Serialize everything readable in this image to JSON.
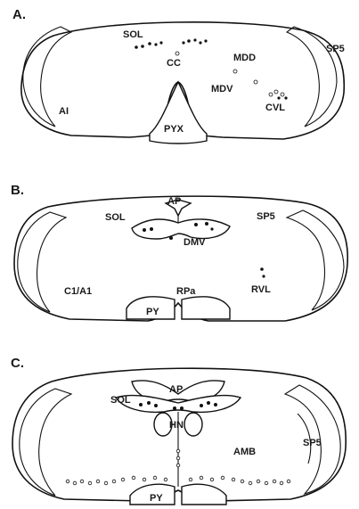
{
  "panels": [
    {
      "id": "A",
      "label": "A.",
      "regions": {
        "sol": "SOL",
        "cc": "CC",
        "mdd": "MDD",
        "mdv": "MDV",
        "cvl": "CVL",
        "sp5": "SP5",
        "ai": "AI",
        "pyx": "PYX"
      }
    },
    {
      "id": "B",
      "label": "B.",
      "regions": {
        "ap": "AP",
        "sol": "SOL",
        "sp5": "SP5",
        "dmv": "DMV",
        "c1a1": "C1/A1",
        "rpa": "RPa",
        "rvl": "RVL",
        "py": "PY"
      }
    },
    {
      "id": "C",
      "label": "C.",
      "regions": {
        "ap": "AP",
        "sol": "SOL",
        "hn": "HN",
        "amb": "AMB",
        "sp5": "SP5",
        "py": "PY"
      }
    }
  ],
  "colors": {
    "ink": "#111111",
    "background": "#ffffff"
  }
}
